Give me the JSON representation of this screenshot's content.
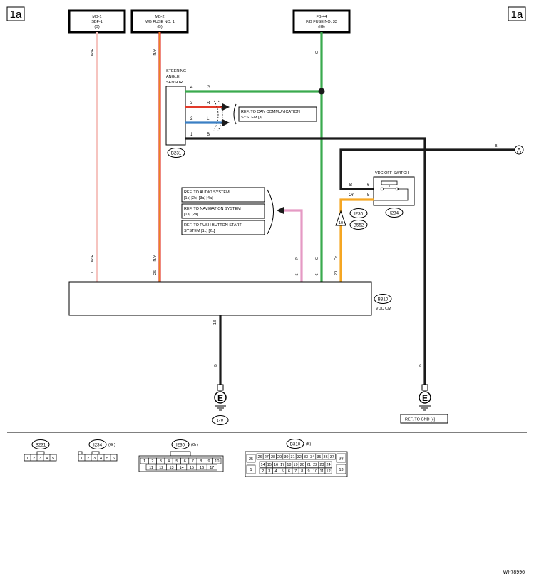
{
  "page_tag": "1a",
  "page_tag_right": "1a",
  "fuses": {
    "mb1": [
      "MB-1",
      "SBF-1",
      "(B)"
    ],
    "mb2": [
      "MB-2",
      "M/B FUSE NO. 1",
      "(B)"
    ],
    "fb44": [
      "FB-44",
      "F/B FUSE NO. 33",
      "(IG)"
    ]
  },
  "wire_colors": {
    "wr_top": "W/R",
    "ry_top": "R/Y",
    "g_top": "G",
    "wr_bottom": "W/R",
    "ry_bottom": "R/Y",
    "p_bottom": "P",
    "g_bottom": "G",
    "or_bottom": "Or",
    "b_vdc": "B",
    "b_gnd": "B",
    "b_right": "B"
  },
  "sensor": {
    "title": [
      "STEERING",
      "ANGLE",
      "SENSOR"
    ],
    "connector": "B231",
    "pins": [
      {
        "pin": "4",
        "color": "G"
      },
      {
        "pin": "3",
        "color": "R"
      },
      {
        "pin": "2",
        "color": "L"
      },
      {
        "pin": "1",
        "color": "B"
      }
    ],
    "can_ref": [
      "REF. TO CAN COMMUNICATION",
      "SYSTEM [a]"
    ]
  },
  "vdc_switch": {
    "title": "VDC OFF SWITCH",
    "connector": "I234",
    "pins": [
      {
        "pin": "6",
        "color": "B"
      },
      {
        "pin": "5",
        "color": "Or"
      }
    ]
  },
  "joint": {
    "id": "I230",
    "id2": "B552",
    "mark": "10"
  },
  "refs": {
    "audio": [
      "REF. TO AUDIO SYSTEM",
      "[1c] [2c] [3a] [4a]"
    ],
    "nav": [
      "REF. TO NAVIGATION SYSTEM",
      "[1a] [2a]"
    ],
    "pbs": [
      "REF. TO PUSH BUTTON START",
      "SYSTEM [1c] [2c]"
    ]
  },
  "vdc_cm": {
    "connector": "B310",
    "label": "VDC CM",
    "pins": {
      "wr": "1",
      "ry": "25",
      "p": "5",
      "g": "6",
      "or": "20",
      "b": "13"
    }
  },
  "off_page": "A",
  "grounds": {
    "left_label": "GV",
    "left_symbol": "E",
    "right_symbol": "E",
    "right_ref": "REF. TO GND [c]"
  },
  "connectors": {
    "b231": {
      "name": "B231",
      "color": "",
      "pins": [
        "1",
        "2",
        "3",
        "4",
        "5"
      ]
    },
    "i234": {
      "name": "I234",
      "color": "(Gr)",
      "pins": [
        "1",
        "2",
        "3",
        "4",
        "5",
        "6"
      ]
    },
    "i230": {
      "name": "I230",
      "color": "(Gr)",
      "row1": [
        "1",
        "2",
        "3",
        "4",
        "5",
        "6",
        "7",
        "8",
        "9",
        "10"
      ],
      "row2": [
        "11",
        "12",
        "13",
        "14",
        "15",
        "16",
        "17"
      ]
    },
    "b310": {
      "name": "B310",
      "color": "(B)",
      "row1": [
        "26",
        "27",
        "28",
        "29",
        "30",
        "31",
        "32",
        "33",
        "34",
        "35",
        "36",
        "37"
      ],
      "row2": [
        "14",
        "15",
        "16",
        "17",
        "18",
        "19",
        "20",
        "21",
        "22",
        "23",
        "24"
      ],
      "row3": [
        "2",
        "3",
        "4",
        "5",
        "6",
        "7",
        "8",
        "9",
        "10",
        "11",
        "12"
      ],
      "left_top": "25",
      "left_bottom": "1",
      "right_top": "38",
      "right_bottom": "13"
    }
  },
  "doc_id": "WI-78996",
  "colors": {
    "green": "#3aaa4e",
    "red": "#e23a2a",
    "blue": "#3a7fc4",
    "orange": "#f5a623",
    "pink": "#e59ac4",
    "black": "#1a1a1a"
  }
}
